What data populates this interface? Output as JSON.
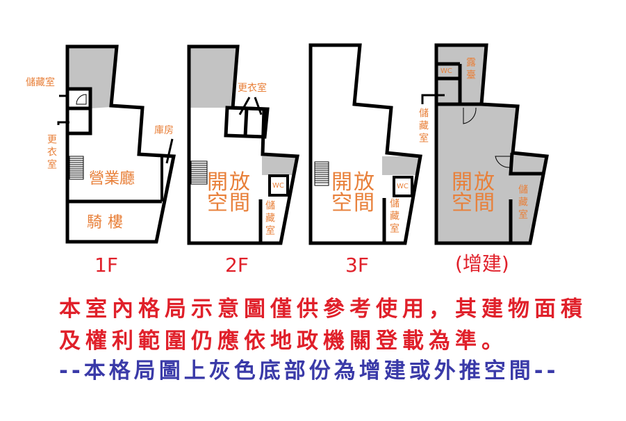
{
  "floors": [
    {
      "name": "1F",
      "labels": {
        "storage": "儲藏室",
        "dressing": "更衣室",
        "hall": "營業廳",
        "arcade": "騎樓",
        "garage": "庫房"
      }
    },
    {
      "name": "2F",
      "labels": {
        "dressing": "更衣室",
        "open": "開放空間",
        "wc": "WC",
        "storage": "儲藏室"
      }
    },
    {
      "name": "3F",
      "labels": {
        "open": "開放空間",
        "wc": "WC",
        "storage": "儲藏室"
      }
    },
    {
      "name": "(增建)",
      "labels": {
        "terrace": "露臺",
        "wc": "WC",
        "storage_left": "儲藏室",
        "open": "開放空間",
        "storage_right": "儲藏室"
      }
    }
  ],
  "notes": {
    "line1": "本室內格局示意圖僅供參考使用，其建物面積",
    "line2": "及權利範圍仍應依地政機關登載為準。",
    "line3": "--本格局圖上灰色底部份為增建或外推空間--"
  },
  "colors": {
    "wall": "#000000",
    "extension": "#c3c3c3",
    "label": "#e8803a",
    "note_red": "#e0202a",
    "note_blue": "#3a3aa8"
  }
}
